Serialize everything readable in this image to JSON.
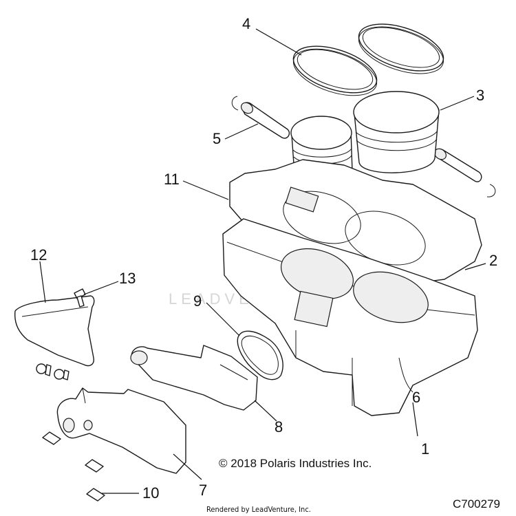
{
  "diagram": {
    "callouts": [
      {
        "id": "c1",
        "label": "1"
      },
      {
        "id": "c2",
        "label": "2"
      },
      {
        "id": "c3",
        "label": "3"
      },
      {
        "id": "c4",
        "label": "4"
      },
      {
        "id": "c5",
        "label": "5"
      },
      {
        "id": "c6",
        "label": "6"
      },
      {
        "id": "c7",
        "label": "7"
      },
      {
        "id": "c8",
        "label": "8"
      },
      {
        "id": "c9",
        "label": "9"
      },
      {
        "id": "c10",
        "label": "10"
      },
      {
        "id": "c11",
        "label": "11"
      },
      {
        "id": "c12",
        "label": "12"
      },
      {
        "id": "c13",
        "label": "13"
      }
    ],
    "watermark": "LEADVENTURE",
    "copyright": "© 2018 Polaris Industries Inc.",
    "figure_id": "C700279",
    "rendered_by": "Rendered by LeadVenture, Inc."
  }
}
